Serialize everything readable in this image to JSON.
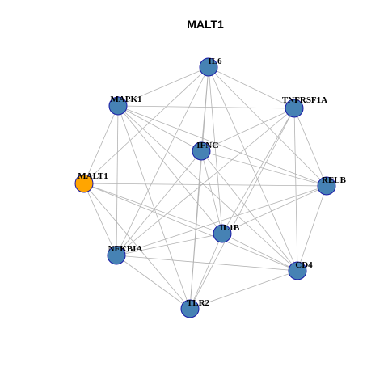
{
  "title": "MALT1",
  "colors": {
    "hub_fill": "#ffa500",
    "node_fill": "#4682b4",
    "node_stroke": "#1a1aa6",
    "edge": "#b3b3b3"
  },
  "nodes": [
    {
      "id": "IL6",
      "label": "IL6",
      "hub": false
    },
    {
      "id": "MAPK1",
      "label": "MAPK1",
      "hub": false
    },
    {
      "id": "TNFRSF1A",
      "label": "TNFRSF1A",
      "hub": false
    },
    {
      "id": "IFNG",
      "label": "IFNG",
      "hub": false
    },
    {
      "id": "MALT1",
      "label": "MALT1",
      "hub": true
    },
    {
      "id": "RELB",
      "label": "RELB",
      "hub": false
    },
    {
      "id": "IL1B",
      "label": "IL1B",
      "hub": false
    },
    {
      "id": "NFKBIA",
      "label": "NFKBIA",
      "hub": false
    },
    {
      "id": "CD4",
      "label": "CD4",
      "hub": false
    },
    {
      "id": "TLR2",
      "label": "TLR2",
      "hub": false
    }
  ],
  "edges": [
    [
      "IL6",
      "MAPK1"
    ],
    [
      "IL6",
      "TNFRSF1A"
    ],
    [
      "IL6",
      "IFNG"
    ],
    [
      "IL6",
      "MALT1"
    ],
    [
      "IL6",
      "RELB"
    ],
    [
      "IL6",
      "IL1B"
    ],
    [
      "IL6",
      "NFKBIA"
    ],
    [
      "IL6",
      "CD4"
    ],
    [
      "IL6",
      "TLR2"
    ],
    [
      "MAPK1",
      "TNFRSF1A"
    ],
    [
      "MAPK1",
      "IFNG"
    ],
    [
      "MAPK1",
      "MALT1"
    ],
    [
      "MAPK1",
      "RELB"
    ],
    [
      "MAPK1",
      "IL1B"
    ],
    [
      "MAPK1",
      "NFKBIA"
    ],
    [
      "MAPK1",
      "CD4"
    ],
    [
      "MAPK1",
      "TLR2"
    ],
    [
      "TNFRSF1A",
      "IFNG"
    ],
    [
      "TNFRSF1A",
      "RELB"
    ],
    [
      "TNFRSF1A",
      "IL1B"
    ],
    [
      "TNFRSF1A",
      "NFKBIA"
    ],
    [
      "TNFRSF1A",
      "CD4"
    ],
    [
      "TNFRSF1A",
      "TLR2"
    ],
    [
      "IFNG",
      "RELB"
    ],
    [
      "IFNG",
      "IL1B"
    ],
    [
      "IFNG",
      "NFKBIA"
    ],
    [
      "IFNG",
      "CD4"
    ],
    [
      "IFNG",
      "TLR2"
    ],
    [
      "MALT1",
      "RELB"
    ],
    [
      "MALT1",
      "IL1B"
    ],
    [
      "MALT1",
      "NFKBIA"
    ],
    [
      "MALT1",
      "CD4"
    ],
    [
      "MALT1",
      "TLR2"
    ],
    [
      "RELB",
      "IL1B"
    ],
    [
      "RELB",
      "NFKBIA"
    ],
    [
      "RELB",
      "CD4"
    ],
    [
      "IL1B",
      "NFKBIA"
    ],
    [
      "IL1B",
      "CD4"
    ],
    [
      "IL1B",
      "TLR2"
    ],
    [
      "NFKBIA",
      "CD4"
    ],
    [
      "NFKBIA",
      "TLR2"
    ],
    [
      "CD4",
      "TLR2"
    ]
  ]
}
